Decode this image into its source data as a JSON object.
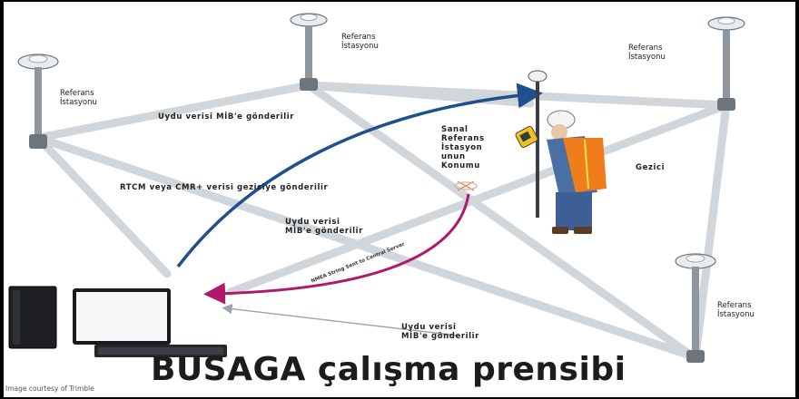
{
  "labels": {
    "ref_left": "Referans\nİstasyonu",
    "ref_top": "Referans\nİstasyonu",
    "ref_right_top": "Referans\nİstasyonu",
    "ref_right_bottom": "Referans\nİstasyonu",
    "sanal": "Sanal\nReferans\nİstasyon\nunun\nKonumu",
    "gezici": "Gezici",
    "msg_top": "Uydu verisi MİB'e gönderilir",
    "msg_rtcm": "RTCM veya CMR+ verisi geziciye gönderilir",
    "msg_mid": "Uydu verisi\nMİB'e gönderilir",
    "msg_bottom": "Uydu verisi\nMİB'e gönderilir",
    "nmea": "NMEA String Sent to Central Server"
  },
  "credit": "Image courtesy of Trimble",
  "title": "BUSAGA çalışma prensibi",
  "colors": {
    "arrow_blue": "#1f4f8c",
    "arrow_magenta": "#b0186c",
    "beam_grey": "#c9cfd4",
    "vest_orange": "#ef7d1b"
  },
  "icons": [
    "gnss-antenna-icon",
    "computer-icon",
    "surveyor-icon",
    "virtual-station-marker-icon"
  ]
}
